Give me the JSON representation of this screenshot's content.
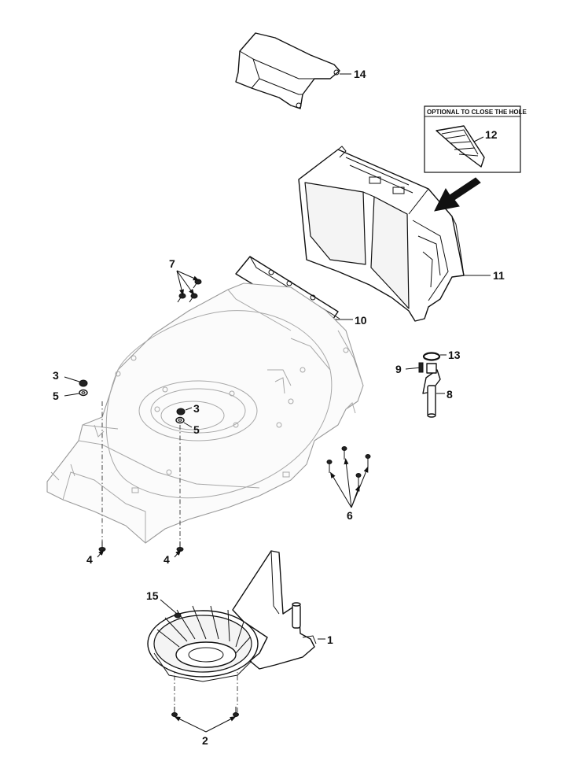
{
  "diagram": {
    "optional_box_text": "OPTIONAL TO CLOSE THE HOLE",
    "callouts": {
      "c1": "1",
      "c2": "2",
      "c3a": "3",
      "c3b": "3",
      "c4a": "4",
      "c4b": "4",
      "c5a": "5",
      "c5b": "5",
      "c6": "6",
      "c7": "7",
      "c8": "8",
      "c9": "9",
      "c10": "10",
      "c11": "11",
      "c12": "12",
      "c13": "13",
      "c14": "14",
      "c15": "15"
    }
  }
}
